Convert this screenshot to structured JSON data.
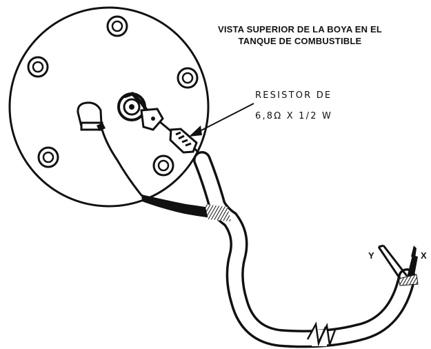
{
  "title": {
    "line1": "VISTA SUPERIOR DE LA BOYA  EN EL",
    "line2": "TANQUE DE COMBUSTIBLE"
  },
  "resistor_label": {
    "line1": "RESISTOR DE",
    "line2": "6,8Ω X 1/2 W"
  },
  "wire_labels": {
    "y": "Y",
    "x": "X"
  }
}
